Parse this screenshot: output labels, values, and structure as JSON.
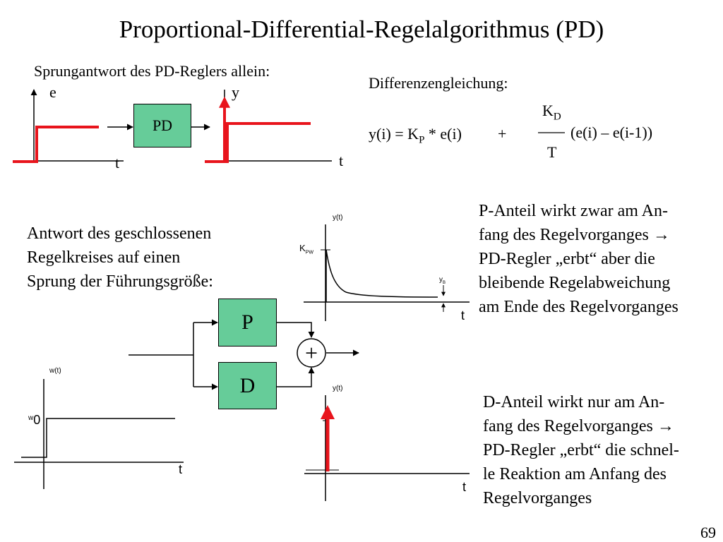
{
  "slide": {
    "title": "Proportional-Differential-Regelalgorithmus (PD)",
    "page_number": "69"
  },
  "step_section": {
    "heading": "Sprungantwort des PD-Reglers allein:",
    "input_label_e": "e",
    "input_label_t": "t",
    "block_label": "PD",
    "output_label_y": "y",
    "output_label_t": "t"
  },
  "equation": {
    "heading": "Differenzengleichung:",
    "lhs": "y(i) = K",
    "kp_sub": "P",
    "kp_rest": " * e(i)",
    "plus": "+",
    "kd_main": "K",
    "kd_sub": "D",
    "denominator": "T",
    "difference": "(e(i) – e(i-1))"
  },
  "closed_loop": {
    "text_lines": [
      "Antwort des geschlossenen",
      "Regelkreises auf einen",
      "Sprung der Führungsgröße:"
    ],
    "p_block": "P",
    "d_block": "D",
    "sum_symbol": "+"
  },
  "plot_p": {
    "ylabel": "y(t)",
    "kpw_main": "K",
    "kpw_sub": "PW",
    "yb_main": "y",
    "yb_sub": "B",
    "xlabel": "t"
  },
  "plot_w": {
    "ylabel": "w(t)",
    "w0_main": "w",
    "w0_sub": "0",
    "xlabel": "t"
  },
  "plot_d": {
    "ylabel": "y(t)",
    "xlabel": "t"
  },
  "notes": {
    "p_part": [
      "P-Anteil wirkt zwar am An-",
      "fang des Regelvorganges →",
      "PD-Regler „erbt“ aber die",
      "bleibende Regelabweichung",
      "am Ende des Regelvorganges"
    ],
    "d_part": [
      "D-Anteil wirkt nur am An-",
      "fang des Regelvorganges →",
      "PD-Regler „erbt“ die schnel-",
      "le Reaktion am Anfang des",
      "Regelvorganges"
    ]
  },
  "colors": {
    "block_fill": "#66cc99",
    "signal_red": "#e8141c",
    "line": "#000000"
  }
}
